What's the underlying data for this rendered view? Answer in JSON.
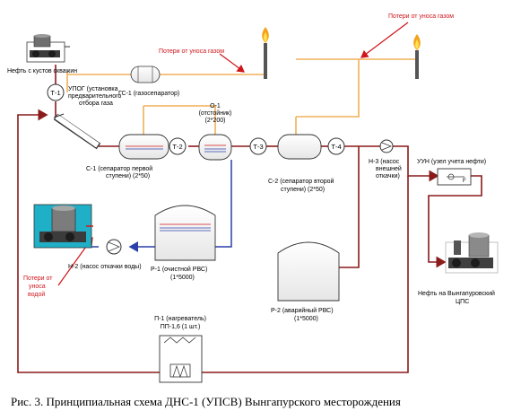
{
  "labels": {
    "oil_wells": "Нефть с кустов скважин",
    "t1": "Т-1",
    "t2": "Т-2",
    "t3": "Т-3",
    "t4": "Т-4",
    "upog_1": "УПОГ (установка",
    "upog_2": "предварительного",
    "upog_3": "отбора газа",
    "gs1": "ГС-1 (газосепаратор)",
    "gas_loss_1": "Потери от уноса газом",
    "gas_loss_2": "Потери от уноса газом",
    "o1_1": "О-1",
    "o1_2": "(отстойник)",
    "o1_3": "(2*200)",
    "c1_1": "С-1 (сепаратор первой",
    "c1_2": "ступени) (2*50)",
    "c2_1": "С-2 (сепаратор второй",
    "c2_2": "ступени) (2*50)",
    "n3_1": "Н-3 (насос",
    "n3_2": "внешней",
    "n3_3": "откачки)",
    "uun": "УУН (узел учета нефти)",
    "n2": "Н-2 (насос откачки воды)",
    "r1_1": "Р-1 (очистной РВС)",
    "r1_2": "(1*5000)",
    "r2_1": "Р-2 (аварийный РВС)",
    "r2_2": "(1*5000)",
    "water_loss_1": "Потери от",
    "water_loss_2": "уноса",
    "water_loss_3": "водой",
    "output_1": "Нефть на Вынгапуровский",
    "output_2": "ЦПС",
    "p1_1": "П-1 (нагреватель)",
    "p1_2": "ПП-1,6 (1 шт.)"
  },
  "caption": "Рис. 3. Принципиальная схема ДНС-1 (УПСВ) Вынгапурского месторождения",
  "colors": {
    "oil_line": "#8b1a1a",
    "gas_line": "#f0b15a",
    "water_line": "#2b3fa8",
    "loss_text": "#d0161b",
    "line_gray": "#555555"
  }
}
